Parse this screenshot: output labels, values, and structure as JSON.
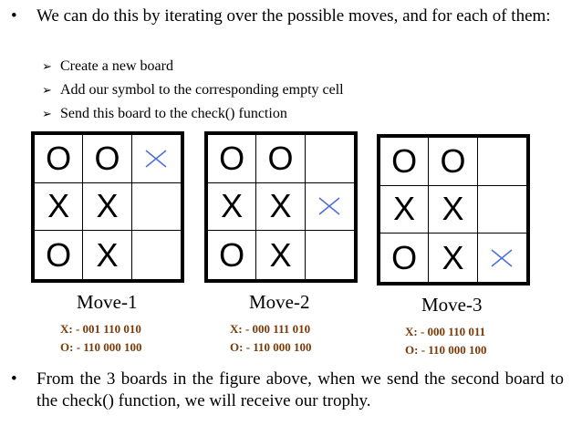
{
  "intro": {
    "bullet": "•",
    "text": "We can do this by iterating over the possible moves, and for each of them:"
  },
  "steps": [
    {
      "arrow": "➢",
      "text": "Create a new board"
    },
    {
      "arrow": "➢",
      "text": "Add our symbol to the corresponding empty cell"
    },
    {
      "arrow": "➢",
      "text": "Send this board to the check() function"
    }
  ],
  "colors": {
    "placed_x": "#4a6fd6",
    "codes": "#7a3b0a"
  },
  "boards": [
    {
      "label": "Move-1",
      "cells": [
        [
          "O",
          "O",
          "x"
        ],
        [
          "X",
          "X",
          ""
        ],
        [
          "O",
          "X",
          ""
        ]
      ],
      "x_code": "X: - 001 110 010",
      "o_code": "O: - 110 000 100"
    },
    {
      "label": "Move-2",
      "cells": [
        [
          "O",
          "O",
          ""
        ],
        [
          "X",
          "X",
          "x"
        ],
        [
          "O",
          "X",
          ""
        ]
      ],
      "x_code": "X: - 000 111 010",
      "o_code": "O: - 110 000 100"
    },
    {
      "label": "Move-3",
      "cells": [
        [
          "O",
          "O",
          ""
        ],
        [
          "X",
          "X",
          ""
        ],
        [
          "O",
          "X",
          "x"
        ]
      ],
      "x_code": "X: - 000 110 011",
      "o_code": "O: - 110 000 100"
    }
  ],
  "conclusion": {
    "bullet": "•",
    "text": "From the 3 boards in the figure above, when we send the second board to the check() function, we will receive our trophy."
  }
}
